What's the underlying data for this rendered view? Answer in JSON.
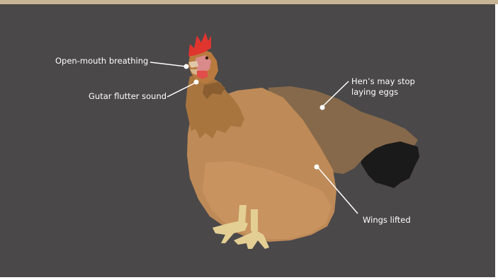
{
  "colors": {
    "background": "#4a4849",
    "border_top": "#c8b595",
    "label_text": "#ffffff",
    "leader_line": "#ffffff",
    "body_main": "#be8a58",
    "body_light": "#c8935e",
    "wing_dark": "#86694a",
    "neck_feathers": "#a9753f",
    "tail_black": "#1a1a1a",
    "comb_red": "#e0342f",
    "legs": "#e3cf94"
  },
  "annotations": {
    "open_mouth": "Open-mouth breathing",
    "guttural": "Gutar flutter sound",
    "laying_line1": "Hen’s may stop",
    "laying_line2": "laying eggs",
    "wings": "Wings lifted"
  }
}
